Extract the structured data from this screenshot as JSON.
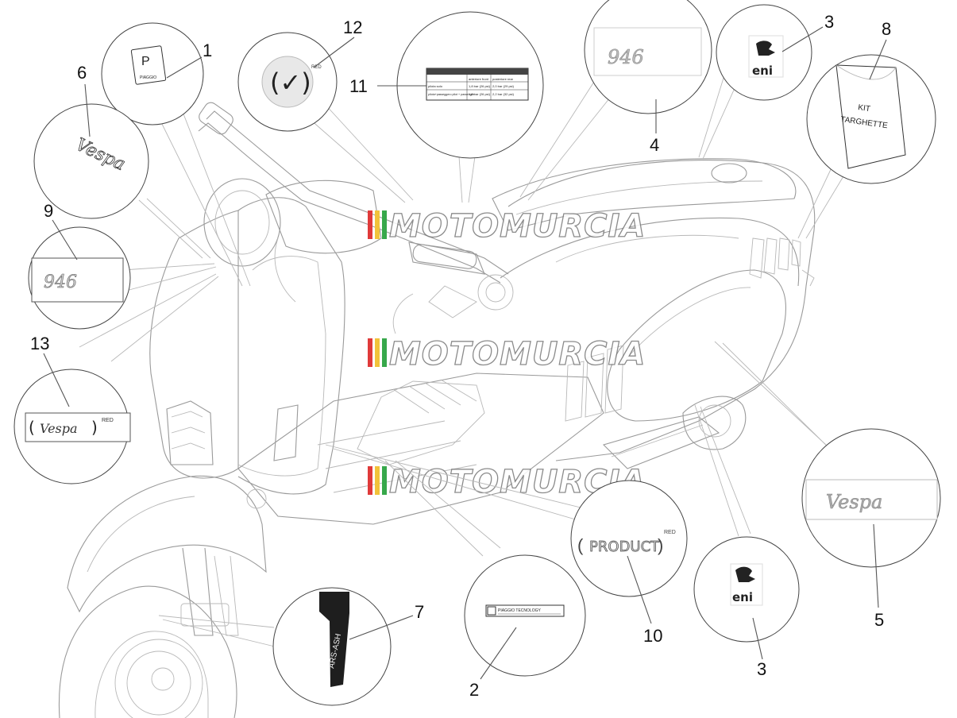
{
  "watermark": {
    "text": "MOTOMURCIA",
    "stripe_colors": [
      "#e03a3a",
      "#f2c23a",
      "#37a84b"
    ]
  },
  "callouts": [
    {
      "id": "c1",
      "label": "1"
    },
    {
      "id": "c12",
      "label": "12"
    },
    {
      "id": "c11",
      "label": "11"
    },
    {
      "id": "c4",
      "label": "4"
    },
    {
      "id": "c3a",
      "label": "3"
    },
    {
      "id": "c8",
      "label": "8"
    },
    {
      "id": "c6",
      "label": "6"
    },
    {
      "id": "c9",
      "label": "9"
    },
    {
      "id": "c13",
      "label": "13"
    },
    {
      "id": "c5",
      "label": "5"
    },
    {
      "id": "c10",
      "label": "10"
    },
    {
      "id": "c3b",
      "label": "3"
    },
    {
      "id": "c7",
      "label": "7"
    },
    {
      "id": "c2",
      "label": "2"
    }
  ],
  "decals": {
    "kit_text_line1": "KIT",
    "kit_text_line2": "TARGHETTE",
    "eni_text": "eni",
    "num_946": "946",
    "product_text": "PRODUCT",
    "red_text": "RED",
    "red_small": "RED",
    "arsash_text": "ARS-ASH",
    "piaggio_tech": "PIAGGIO TECNOLOGY",
    "vespa_script": "Vespa",
    "rd_mark": "RED",
    "piaggio_small": "PIAGGIO"
  },
  "tyre_label": {
    "rows": [
      [
        "",
        "anteriore front",
        "posteriore rear"
      ],
      [
        "pilota solo",
        "1,8 bar (26 psi)",
        "2,0 bar (29 psi)"
      ],
      [
        "pilota+passeggero pilot + passenger",
        "1,8 bar (26 psi)",
        "2,2 bar (32 psi)"
      ]
    ]
  }
}
